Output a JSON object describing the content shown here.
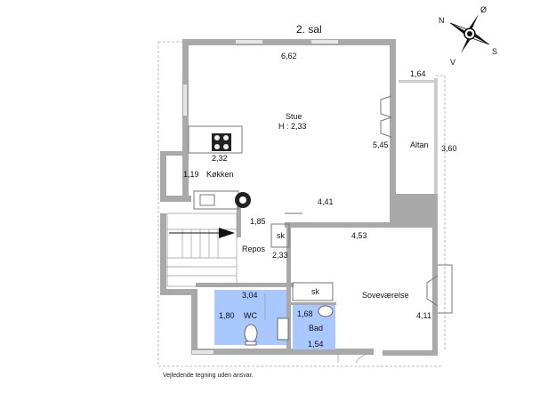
{
  "floor": {
    "title": "2. sal"
  },
  "compass": {
    "n": "N",
    "o": "Ø",
    "s": "S",
    "v": "V"
  },
  "rooms": {
    "stue": {
      "name": "Stue",
      "height": "H : 2,33"
    },
    "altan": {
      "name": "Altan"
    },
    "kokken": {
      "name": "Køkken"
    },
    "repos": {
      "name": "Repos"
    },
    "wc": {
      "name": "WC"
    },
    "bad": {
      "name": "Bad"
    },
    "sovevaerelse": {
      "name": "Soveværelse"
    },
    "sk1": {
      "name": "sk"
    },
    "sk2": {
      "name": "sk"
    }
  },
  "dimensions": {
    "stue_width": "6,62",
    "altan_width": "1,64",
    "altan_length": "3,60",
    "stue_depth": "5,45",
    "kitchen_width": "2,32",
    "kitchen_depth": "1,19",
    "stue_lower": "4,41",
    "repos_width": "1,85",
    "repos_depth": "2,33",
    "sove_width": "4,53",
    "sove_depth": "4,11",
    "wc_width": "3,04",
    "wc_depth": "1,80",
    "bad_depth": "1,68",
    "bad_width": "1,54"
  },
  "footer": {
    "disclaimer": "Vejledende tegning uden ansvar."
  },
  "colors": {
    "wall": "#a9a9a9",
    "wet_room": "#a9c8ff"
  }
}
